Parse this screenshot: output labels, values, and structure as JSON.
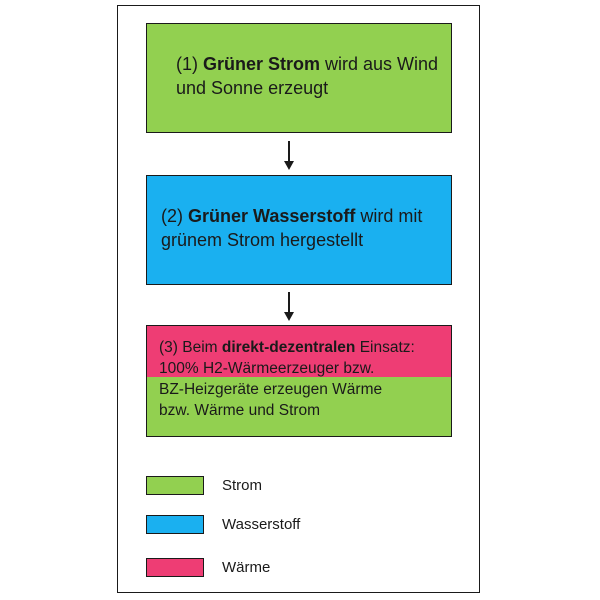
{
  "steps": [
    {
      "prefix": "(1) ",
      "bold": "Grüner Strom",
      "suffix": " wird aus Wind und Sonne erzeugt",
      "color": "#92d050"
    },
    {
      "prefix": "(2) ",
      "bold": "Grüner Wasserstoff",
      "suffix": " wird mit grünem Strom hergestellt",
      "color": "#1ab0f0"
    },
    {
      "prefix": "(3) Beim ",
      "bold": "direkt-dezentralen",
      "suffix": " Einsatz:",
      "line2": "100% H2-Wärmeerzeuger bzw.",
      "line3": "BZ-Heizgeräte erzeugen Wärme",
      "line4": "bzw. Wärme und Strom",
      "color_top": "#ee3d74",
      "color_bottom": "#92d050"
    }
  ],
  "legend": [
    {
      "label": "Strom",
      "color": "#92d050"
    },
    {
      "label": "Wasserstoff",
      "color": "#1ab0f0"
    },
    {
      "label": "Wärme",
      "color": "#ee3d74"
    }
  ]
}
